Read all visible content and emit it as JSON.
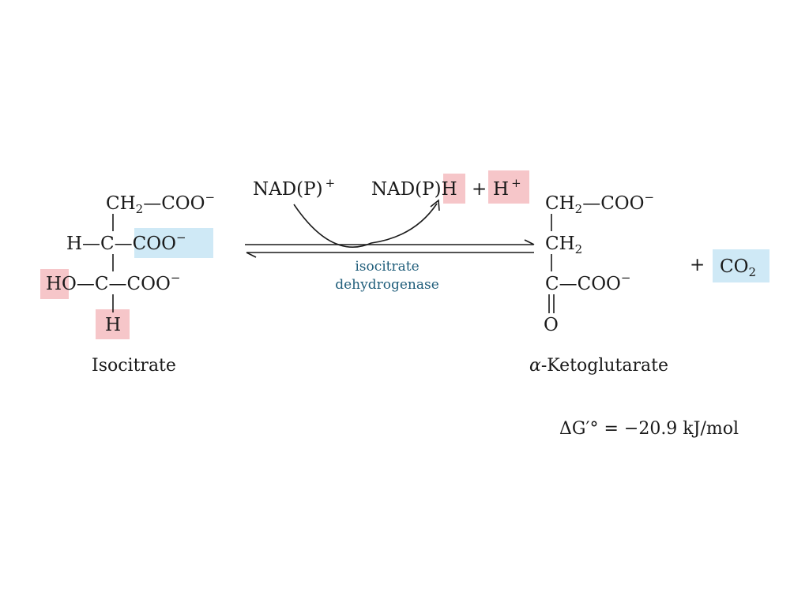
{
  "isocitrate": {
    "r1_a": "CH",
    "r1_sub": "2",
    "r1_b": "—COO",
    "r1_sup": "−",
    "r2_a": "H—C—",
    "r2_b": "COO",
    "r2_sup": "−",
    "r3_a": "HO",
    "r3_b": "—C—COO",
    "r3_sup": "−",
    "r4": "H",
    "name": "Isocitrate"
  },
  "cofactors": {
    "nad_in": "NAD(P)",
    "nad_in_sup": "+",
    "nad_out": "NAD(P)",
    "nad_out_h": "H",
    "plus": "+",
    "proton": "H",
    "proton_sup": "+"
  },
  "enzyme": {
    "line1": "isocitrate",
    "line2": "dehydrogenase"
  },
  "ketoglutarate": {
    "r1_a": "CH",
    "r1_sub": "2",
    "r1_b": "—COO",
    "r1_sup": "−",
    "r2_a": "CH",
    "r2_sub": "2",
    "r3_a": "C—COO",
    "r3_sup": "−",
    "r4": "O",
    "name_prefix": "α",
    "name": "-Ketoglutarate"
  },
  "co2": {
    "plus": "+",
    "a": "CO",
    "sub": "2"
  },
  "energy": {
    "delta": "ΔG",
    "prime": "′°",
    "rest": " = −20.9 kJ/mol"
  },
  "colors": {
    "highlight_red": "#f6c6c9",
    "highlight_blue": "#cfe9f6",
    "enzyme_text": "#1f5d7a"
  }
}
